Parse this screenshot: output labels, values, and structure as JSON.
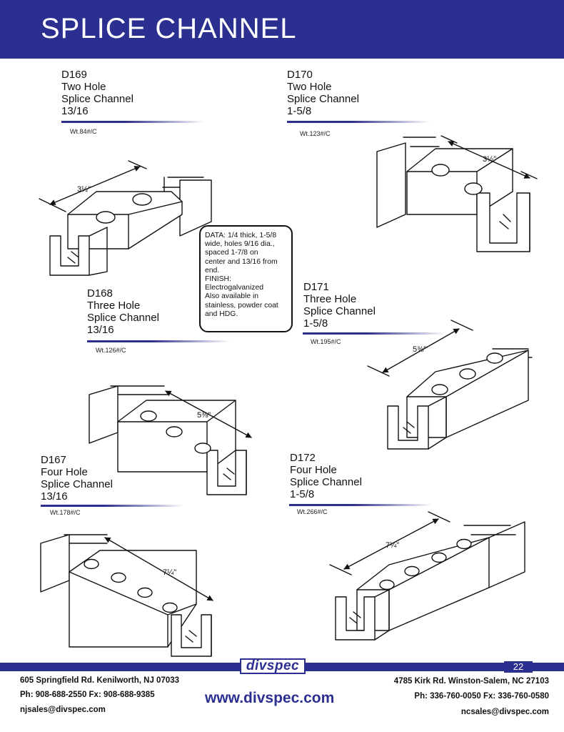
{
  "header": {
    "title": "SPLICE CHANNEL"
  },
  "products": [
    {
      "code": "D169",
      "lines": [
        "Two Hole",
        "Splice Channel",
        "13/16"
      ],
      "weight": "Wt.84#/C",
      "dimension": "3½\""
    },
    {
      "code": "D170",
      "lines": [
        "Two Hole",
        "Splice Channel",
        "1-5/8"
      ],
      "weight": "Wt.123#/C",
      "dimension": "3½\""
    },
    {
      "code": "D168",
      "lines": [
        "Three Hole",
        "Splice Channel",
        "13/16"
      ],
      "weight": "Wt.126#/C",
      "dimension": "5⅜\""
    },
    {
      "code": "D171",
      "lines": [
        "Three Hole",
        "Splice Channel",
        "1-5/8"
      ],
      "weight": "Wt.195#/C",
      "dimension": "5⅜\""
    },
    {
      "code": "D167",
      "lines": [
        "Four Hole",
        "Splice Channel",
        "13/16"
      ],
      "weight": "Wt.178#/C",
      "dimension": "7¼\""
    },
    {
      "code": "D172",
      "lines": [
        "Four Hole",
        "Splice Channel",
        "1-5/8"
      ],
      "weight": "Wt.266#/C",
      "dimension": "7¼\""
    }
  ],
  "info": {
    "lines": [
      "DATA: 1/4 thick, 1-5/8",
      "wide, holes 9/16 dia.,",
      "spaced 1-7/8 on",
      "center and 13/16 from",
      "end.",
      "FINISH:",
      "Electrogalvanized",
      "Also available in",
      "stainless, powder coat",
      "and HDG."
    ]
  },
  "footer": {
    "logo": "divspec",
    "page_number": "22",
    "left": {
      "address": "605 Springfield Rd. Kenilworth, NJ 07033",
      "phone": "Ph: 908-688-2550 Fx: 908-688-9385",
      "email": "njsales@divspec.com"
    },
    "url": "www.divspec.com",
    "right": {
      "address": "4785 Kirk Rd. Winston-Salem, NC 27103",
      "phone": "Ph: 336-760-0050 Fx: 336-760-0580",
      "email": "ncsales@divspec.com"
    }
  },
  "colors": {
    "brand": "#2b2f8f",
    "line": "#111111"
  }
}
